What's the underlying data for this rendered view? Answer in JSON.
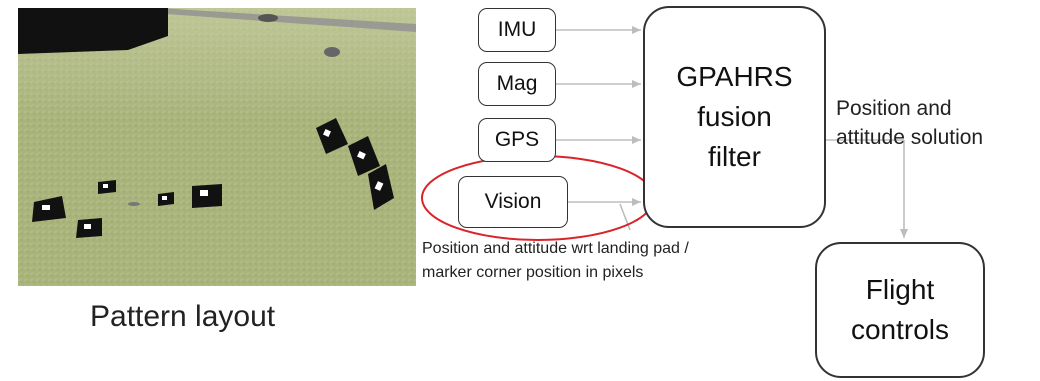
{
  "scene": {
    "caption": "Pattern layout"
  },
  "diagram": {
    "inputs": [
      {
        "label": "IMU"
      },
      {
        "label": "Mag"
      },
      {
        "label": "GPS"
      },
      {
        "label": "Vision"
      }
    ],
    "filter": {
      "lines": [
        "GPAHRS",
        "fusion",
        "filter"
      ]
    },
    "output_label_lines": [
      "Position and",
      "attitude solution"
    ],
    "controls": {
      "lines": [
        "Flight",
        "controls"
      ]
    },
    "vision_note_lines": [
      "Position and attitude wrt landing pad /",
      "marker corner position in pixels"
    ],
    "colors": {
      "highlight": "#d9252a",
      "arrow": "#bdbdbd",
      "grass": "#a7b37a"
    }
  }
}
